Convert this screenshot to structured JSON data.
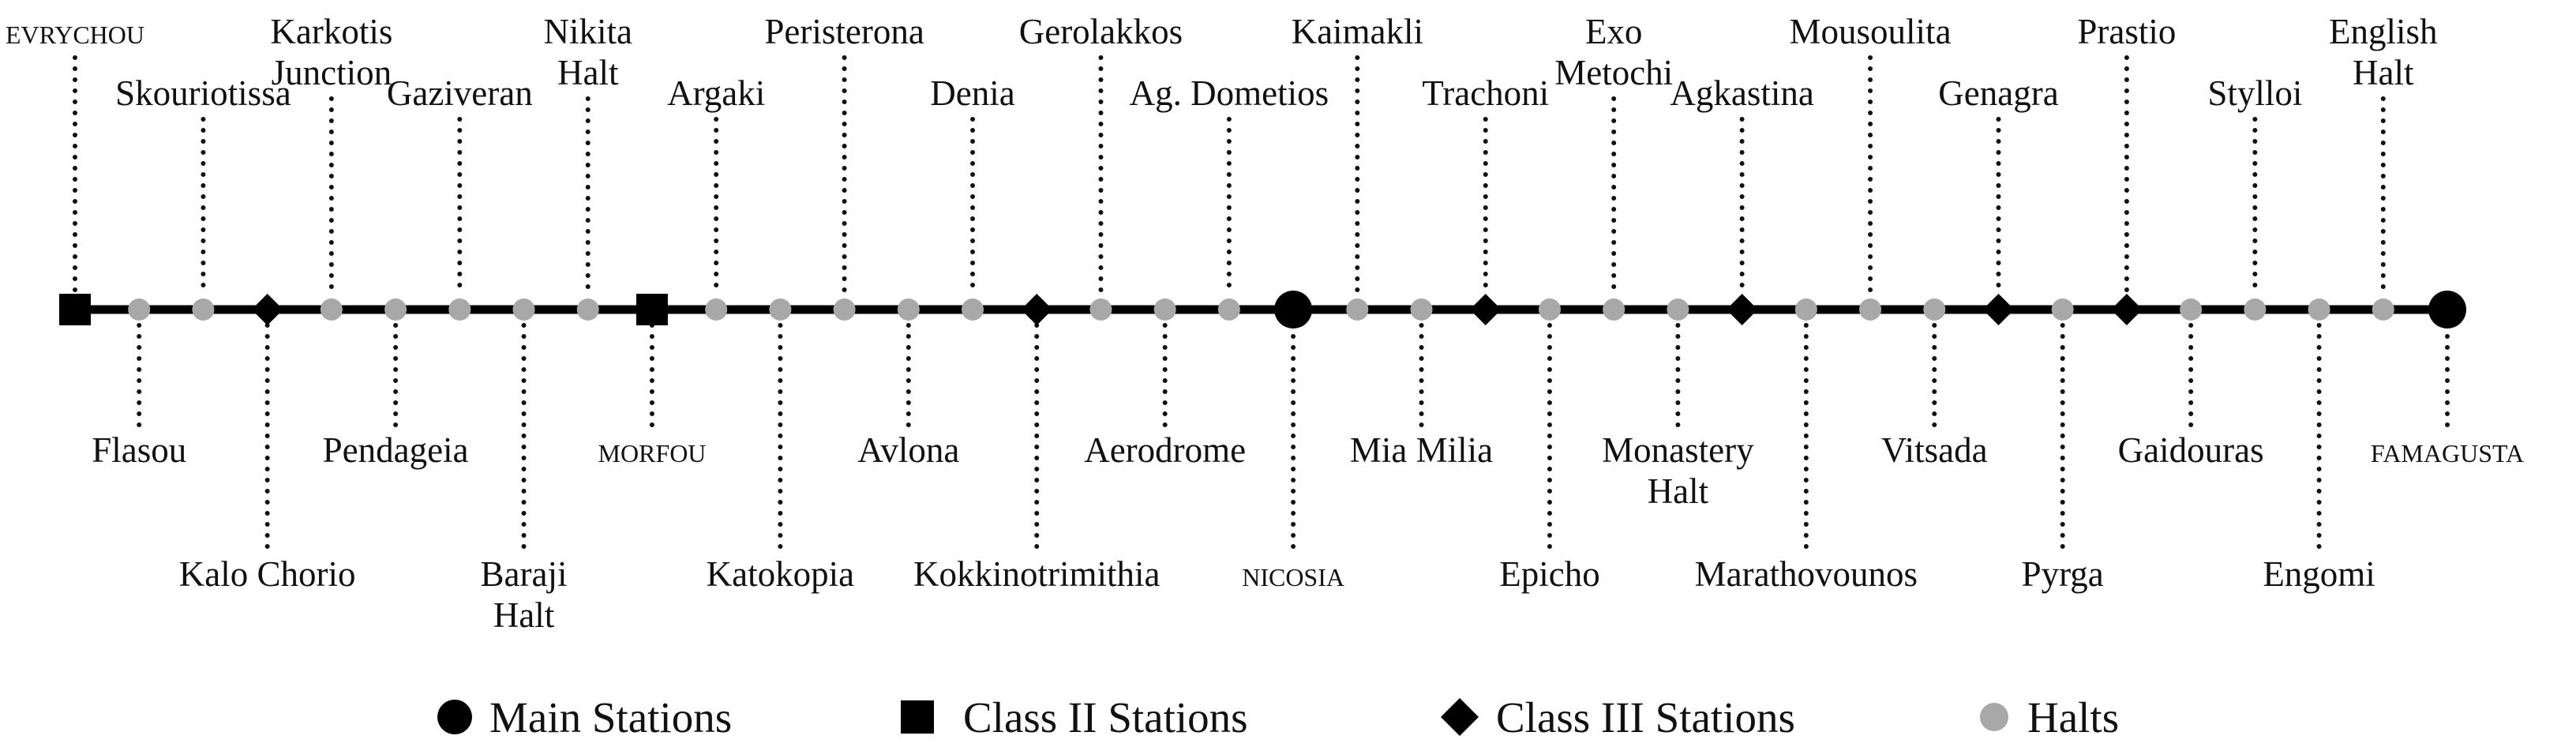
{
  "colors": {
    "line": "#000000",
    "main": "#000000",
    "class2": "#000000",
    "class3": "#000000",
    "halt": "#a8a8a8",
    "leader": "#111111"
  },
  "stations": [
    {
      "name": "EVRYCHOU",
      "type": "class2",
      "side": "above",
      "small_caps": true
    },
    {
      "name": "Flasou",
      "type": "halt",
      "side": "below"
    },
    {
      "name": "Skouriotissa",
      "type": "halt",
      "side": "above"
    },
    {
      "name": "Kalo Chorio",
      "type": "class3",
      "side": "below"
    },
    {
      "name": "Karkotis\nJunction",
      "type": "halt",
      "side": "above"
    },
    {
      "name": "Pendageia",
      "type": "halt",
      "side": "below"
    },
    {
      "name": "Gaziveran",
      "type": "halt",
      "side": "above"
    },
    {
      "name": "Baraji\nHalt",
      "type": "halt",
      "side": "below"
    },
    {
      "name": "Nikita\nHalt",
      "type": "halt",
      "side": "above"
    },
    {
      "name": "MORFOU",
      "type": "class2",
      "side": "below",
      "small_caps": true
    },
    {
      "name": "Argaki",
      "type": "halt",
      "side": "above"
    },
    {
      "name": "Katokopia",
      "type": "halt",
      "side": "below"
    },
    {
      "name": "Peristerona",
      "type": "halt",
      "side": "above"
    },
    {
      "name": "Avlona",
      "type": "halt",
      "side": "below"
    },
    {
      "name": "Denia",
      "type": "halt",
      "side": "above"
    },
    {
      "name": "Kokkinotrimithia",
      "type": "class3",
      "side": "below"
    },
    {
      "name": "Gerolakkos",
      "type": "halt",
      "side": "above"
    },
    {
      "name": "Aerodrome",
      "type": "halt",
      "side": "below"
    },
    {
      "name": "Ag. Dometios",
      "type": "halt",
      "side": "above"
    },
    {
      "name": "NICOSIA",
      "type": "main",
      "side": "below",
      "small_caps": true
    },
    {
      "name": "Kaimakli",
      "type": "halt",
      "side": "above"
    },
    {
      "name": "Mia Milia",
      "type": "halt",
      "side": "below"
    },
    {
      "name": "Trachoni",
      "type": "class3",
      "side": "above"
    },
    {
      "name": "Epicho",
      "type": "halt",
      "side": "below"
    },
    {
      "name": "Exo\nMetochi",
      "type": "halt",
      "side": "above"
    },
    {
      "name": "Monastery\nHalt",
      "type": "halt",
      "side": "below"
    },
    {
      "name": "Agkastina",
      "type": "class3",
      "side": "above"
    },
    {
      "name": "Marathovounos",
      "type": "halt",
      "side": "below"
    },
    {
      "name": "Mousoulita",
      "type": "halt",
      "side": "above"
    },
    {
      "name": "Vitsada",
      "type": "halt",
      "side": "below"
    },
    {
      "name": "Genagra",
      "type": "class3",
      "side": "above"
    },
    {
      "name": "Pyrga",
      "type": "halt",
      "side": "below"
    },
    {
      "name": "Prastio",
      "type": "class3",
      "side": "above"
    },
    {
      "name": "Gaidouras",
      "type": "halt",
      "side": "below"
    },
    {
      "name": "Stylloi",
      "type": "halt",
      "side": "above"
    },
    {
      "name": "Engomi",
      "type": "halt",
      "side": "below"
    },
    {
      "name": "English\nHalt",
      "type": "halt",
      "side": "above"
    },
    {
      "name": "FAMAGUSTA",
      "type": "main",
      "side": "below",
      "small_caps": true
    }
  ],
  "legend": [
    {
      "type": "main",
      "label": "Main Stations"
    },
    {
      "type": "class2",
      "label": "Class II Stations"
    },
    {
      "type": "class3",
      "label": "Class III Stations"
    },
    {
      "type": "halt",
      "label": "Halts"
    }
  ]
}
